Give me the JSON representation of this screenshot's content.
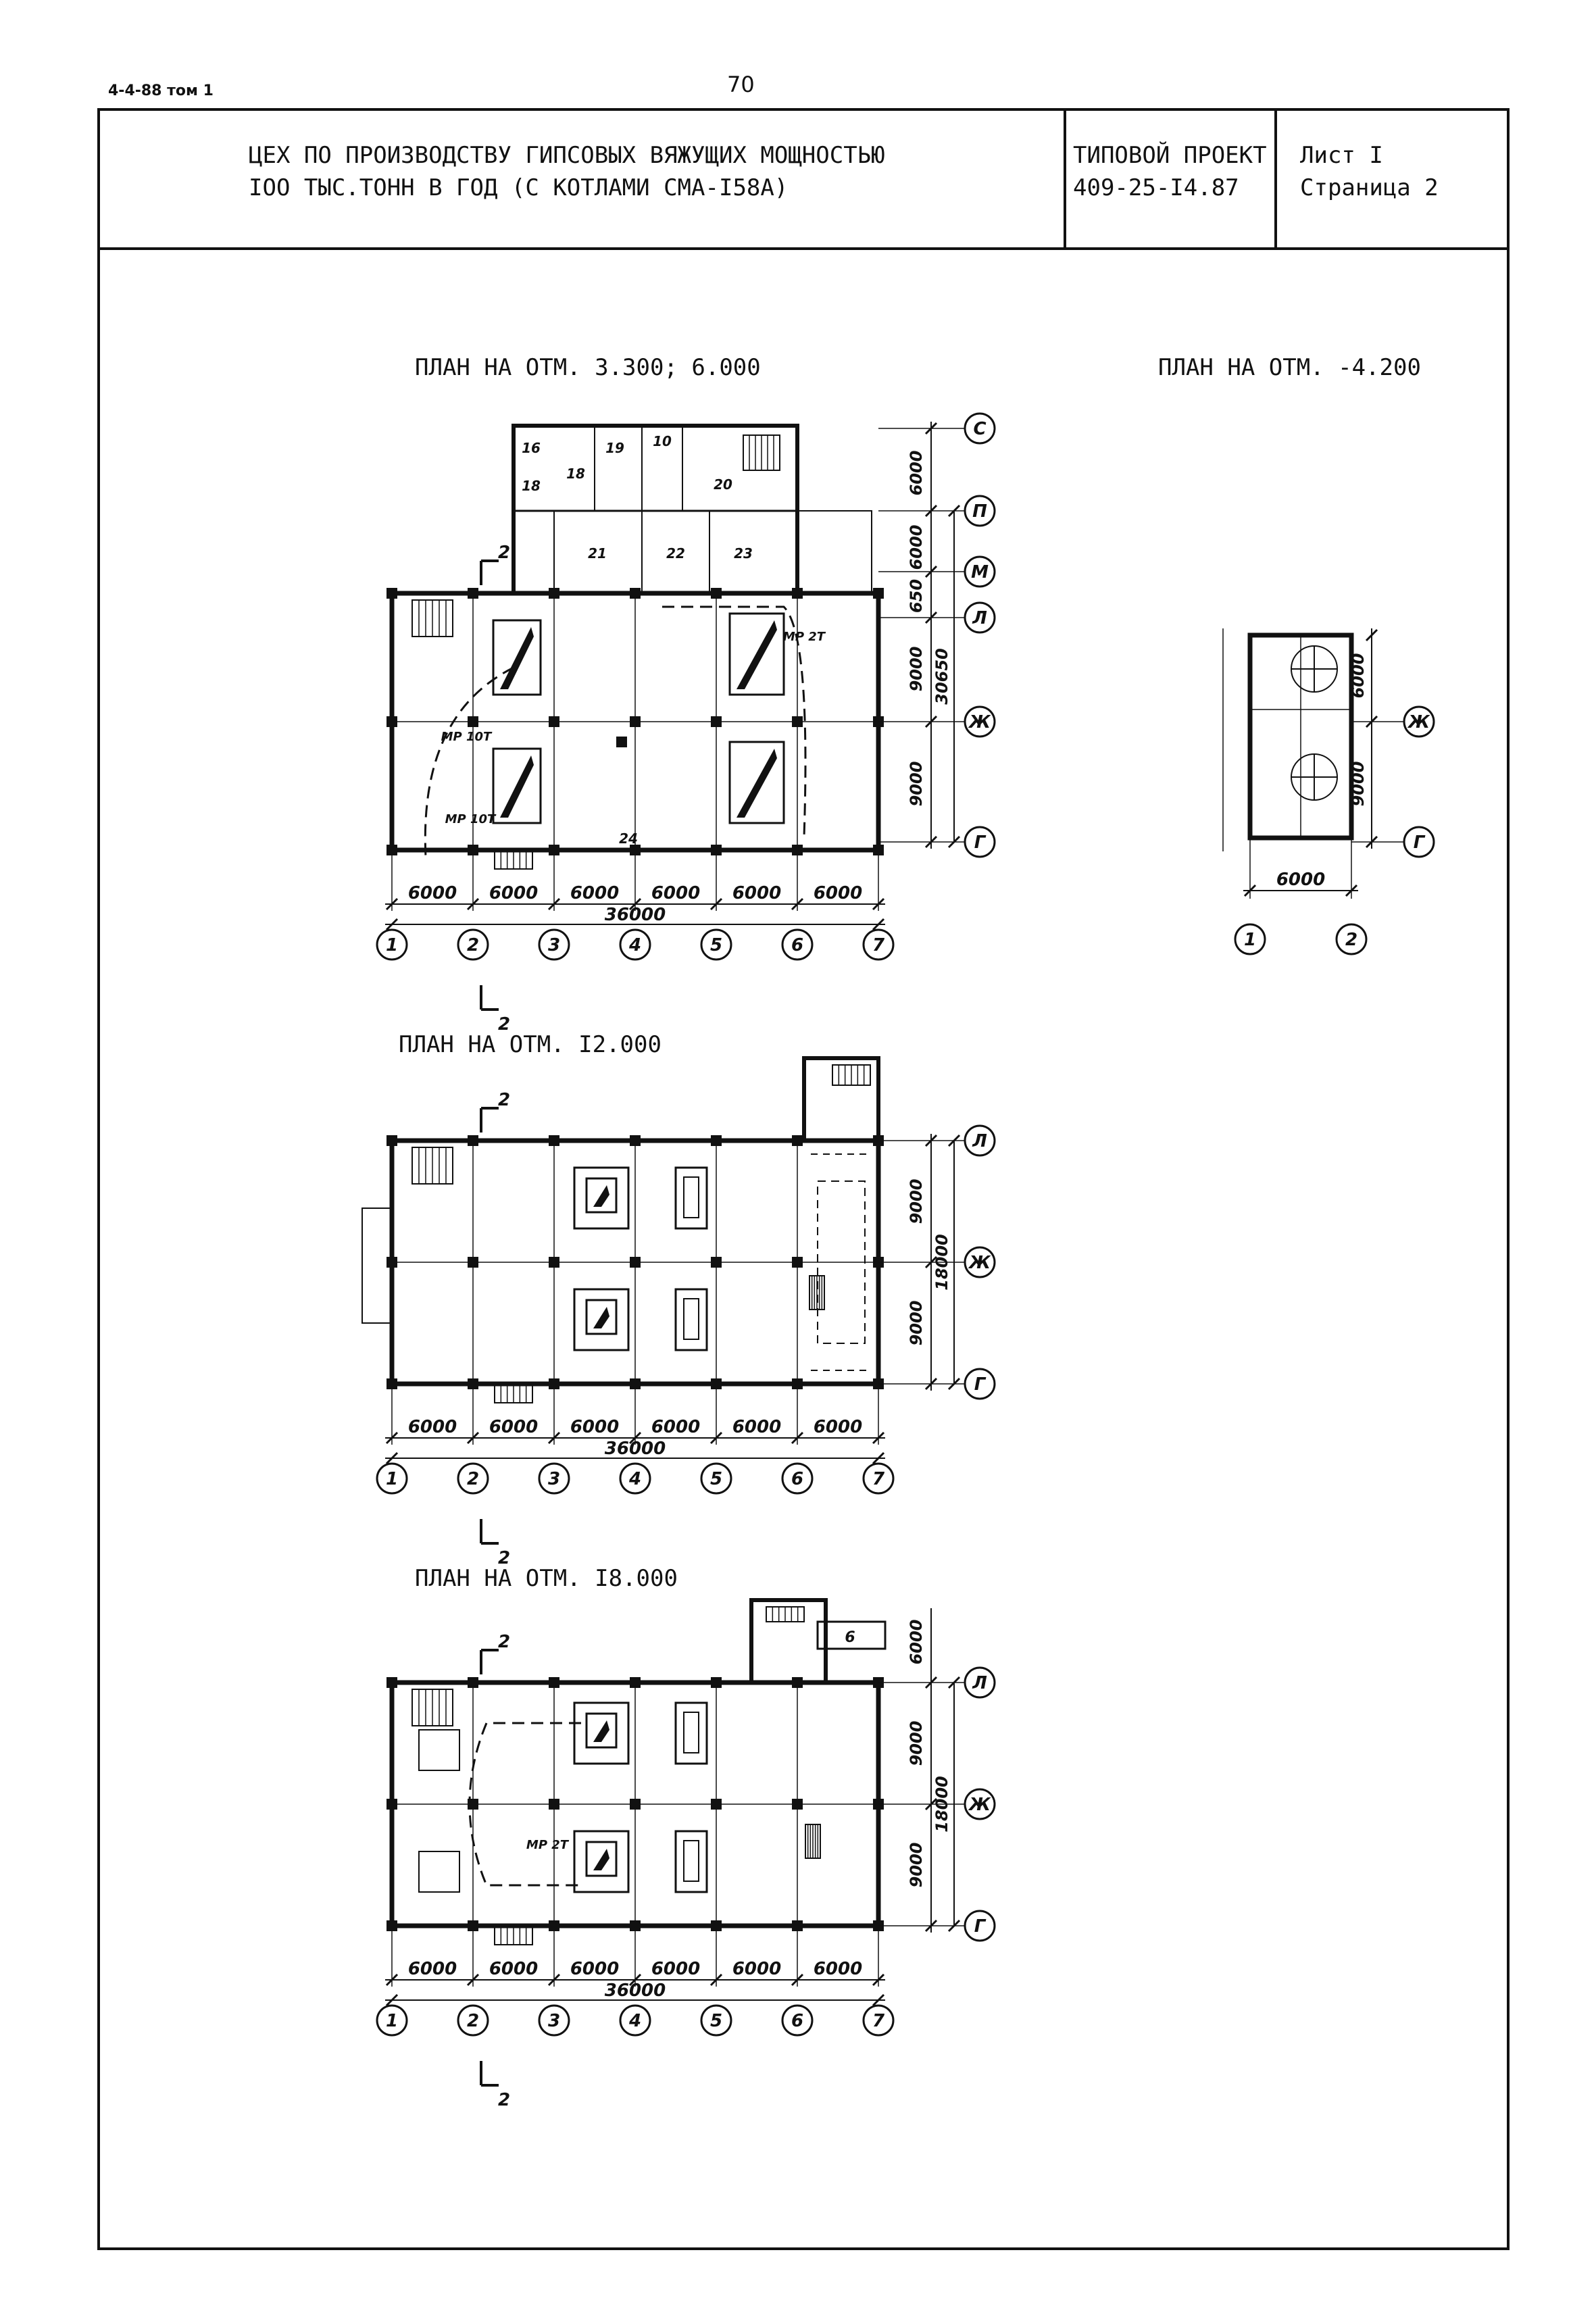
{
  "header": {
    "corner_code": "4-4-88 том 1",
    "page_number": "70"
  },
  "title_block": {
    "title_line1": "ЦЕХ ПО ПРОИЗВОДСТВУ ГИПСОВЫХ ВЯЖУЩИХ МОЩНОСТЬЮ",
    "title_line2": "IOO ТЫС.ТОНН В ГОД (С КОТЛАМИ СМА-I58А)",
    "project_label": "ТИПОВОЙ ПРОЕКТ",
    "project_number": "409-25-I4.87",
    "sheet": "Лист I",
    "page": "Страница 2"
  },
  "plans": [
    {
      "title": "ПЛАН НА ОТМ. 3.300; 6.000",
      "bay_dims": [
        "6000",
        "6000",
        "6000",
        "6000",
        "6000",
        "6000"
      ],
      "total_length": "36000",
      "axes_x": [
        "1",
        "2",
        "3",
        "4",
        "5",
        "6",
        "7"
      ],
      "axes_y": [
        "С",
        "П",
        "М",
        "Л",
        "Ж",
        "Г"
      ],
      "vertical_dims": [
        "6000",
        "6000",
        "650",
        "9000",
        "9000"
      ],
      "total_height": "30650",
      "room_numbers": [
        "16",
        "18",
        "19",
        "10",
        "18",
        "20",
        "21",
        "22",
        "23",
        "24"
      ],
      "equipment": [
        "МР 2Т",
        "МР 10Т",
        "МР 10Т"
      ],
      "section_mark": "2"
    },
    {
      "title": "ПЛАН НА ОТМ. -4.200",
      "bay_dims": [
        "6000"
      ],
      "axes_x": [
        "1",
        "2"
      ],
      "axes_y": [
        "Ж",
        "Г"
      ],
      "vertical_dims": [
        "6000",
        "9000"
      ]
    },
    {
      "title": "ПЛАН НА ОТМ. I2.000",
      "bay_dims": [
        "6000",
        "6000",
        "6000",
        "6000",
        "6000",
        "6000"
      ],
      "total_length": "36000",
      "axes_x": [
        "1",
        "2",
        "3",
        "4",
        "5",
        "6",
        "7"
      ],
      "axes_y": [
        "Л",
        "Ж",
        "Г"
      ],
      "vertical_dims": [
        "9000",
        "9000"
      ],
      "total_height": "18000",
      "section_mark": "2"
    },
    {
      "title": "ПЛАН НА ОТМ. I8.000",
      "bay_dims": [
        "6000",
        "6000",
        "6000",
        "6000",
        "6000",
        "6000"
      ],
      "total_length": "36000",
      "axes_x": [
        "1",
        "2",
        "3",
        "4",
        "5",
        "6",
        "7"
      ],
      "axes_y": [
        "Л",
        "Ж",
        "Г"
      ],
      "vertical_dims": [
        "6000",
        "9000",
        "9000"
      ],
      "total_height": "18000",
      "small_room": "6",
      "equipment": [
        "МР 2Т"
      ],
      "section_mark": "2"
    }
  ]
}
